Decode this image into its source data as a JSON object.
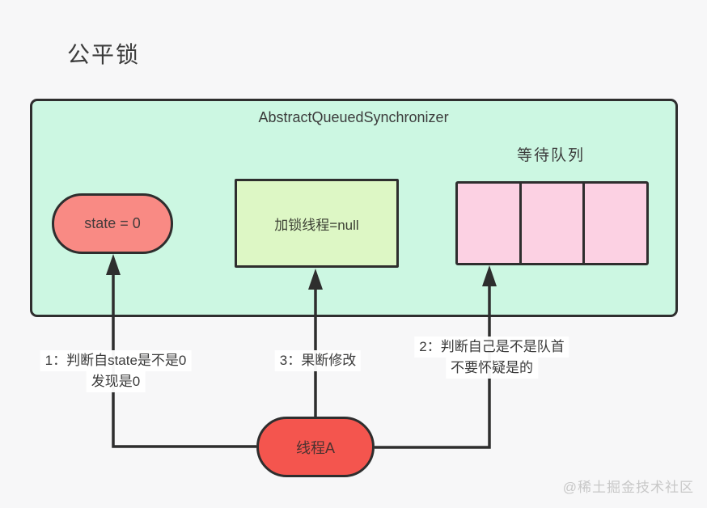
{
  "page": {
    "title": "公平锁",
    "watermark": "@稀土掘金技术社区"
  },
  "aqs": {
    "title": "AbstractQueuedSynchronizer",
    "state_node": "state = 0",
    "lock_thread_node": "加锁线程=null",
    "queue": {
      "label": "等待队列",
      "cells": [
        "",
        "",
        ""
      ]
    }
  },
  "thread_node": "线程A",
  "annotations": {
    "step1": {
      "line1": "1：判断自state是不是0",
      "line2": "发现是0"
    },
    "step2": {
      "line1": "2：判断自己是不是队首",
      "line2": "不要怀疑是的"
    },
    "step3": {
      "line1": "3：果断修改"
    }
  },
  "colors": {
    "container_fill": "#CCF7E2",
    "state_fill": "#F98A84",
    "lock_thread_fill": "#DDF7C5",
    "queue_cell_fill": "#FCD1E3",
    "thread_fill": "#F4554E",
    "line": "#2E2E2E",
    "page_bg": "#F7F7F8"
  }
}
